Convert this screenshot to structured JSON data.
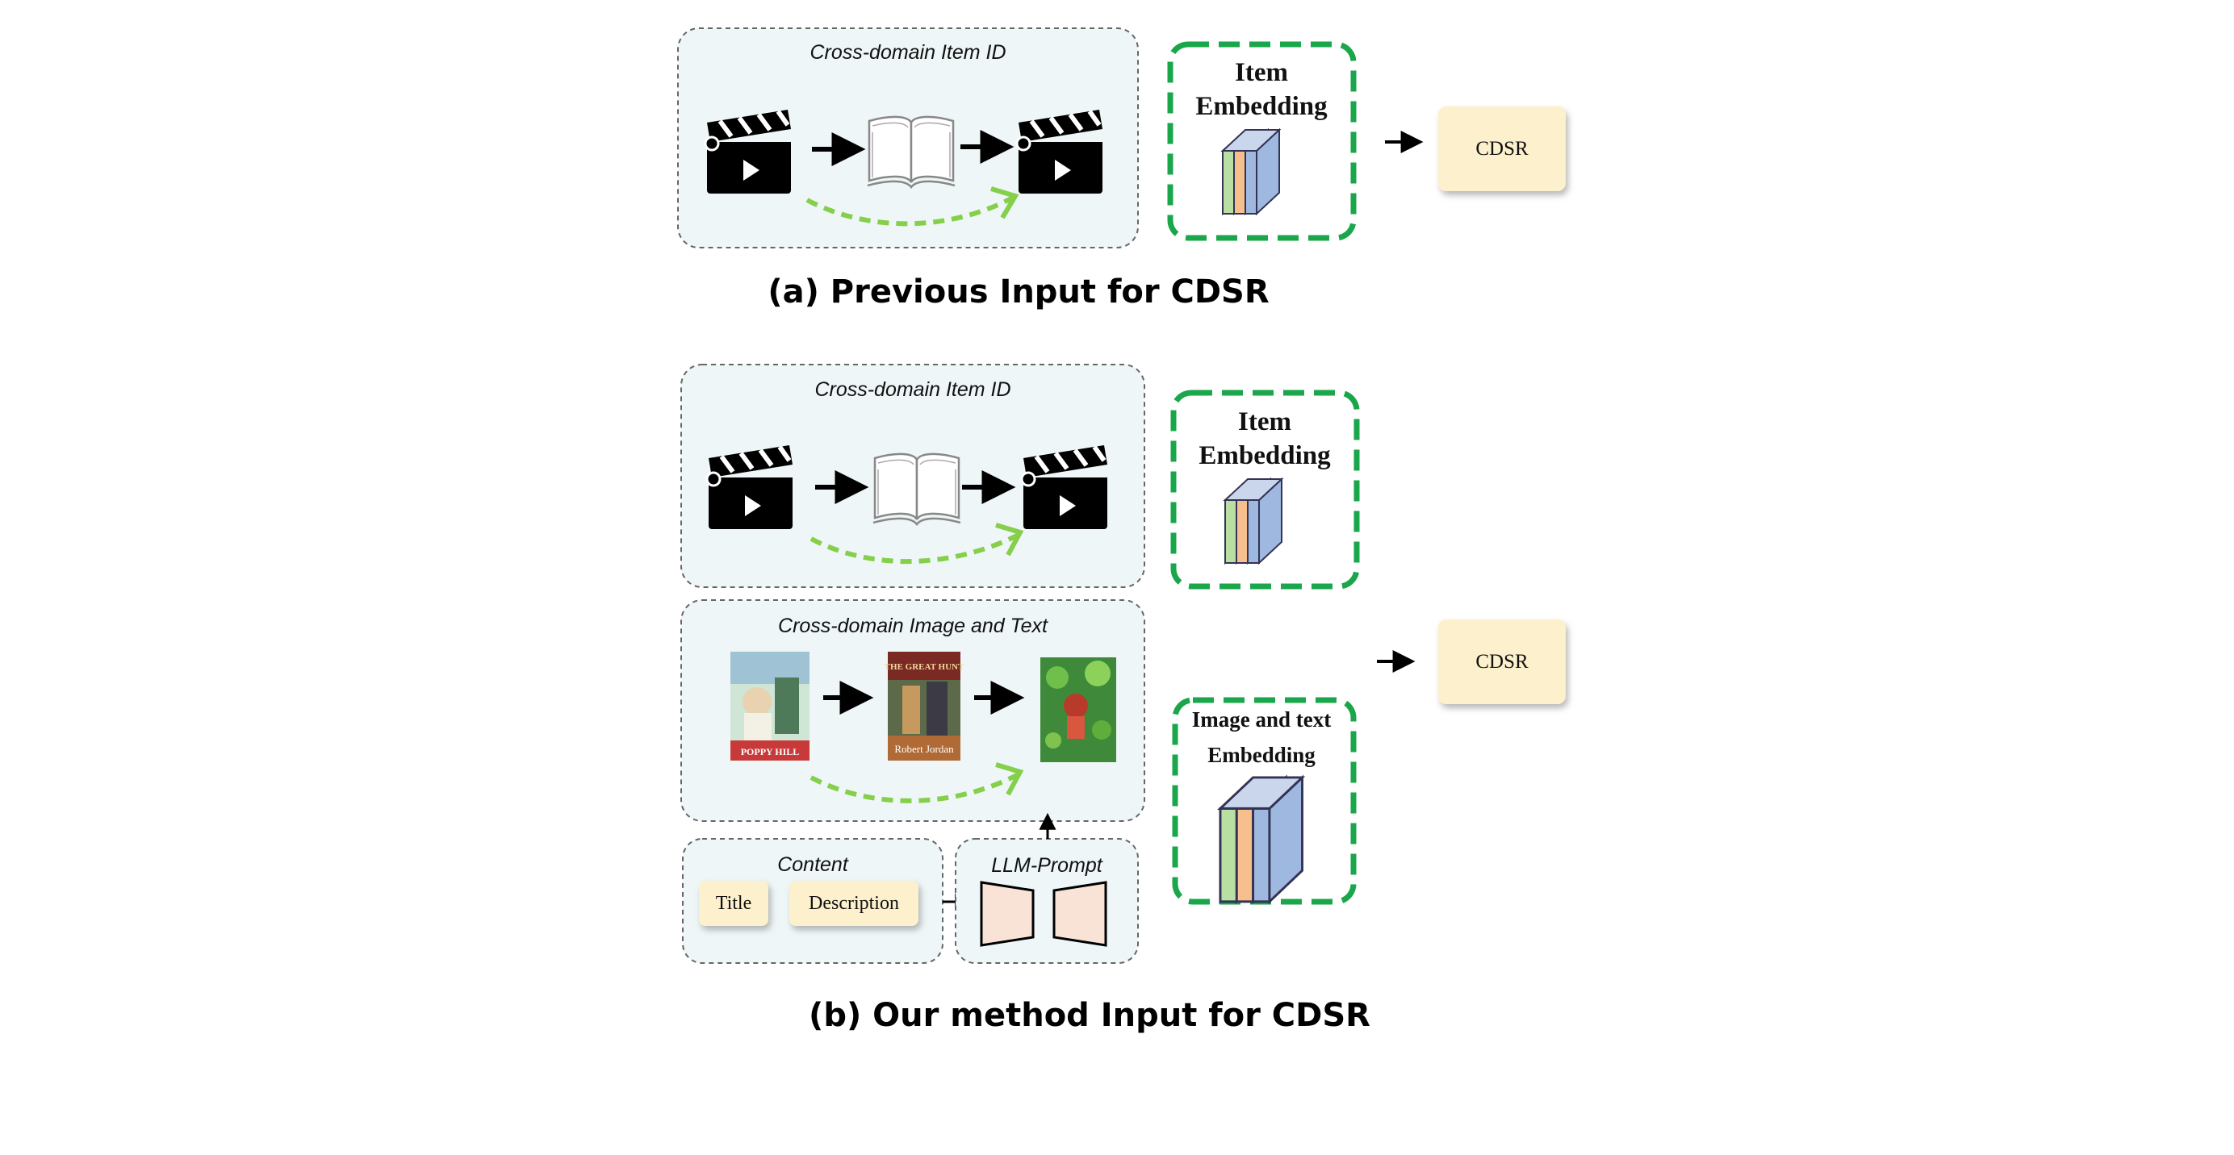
{
  "panel_a": {
    "id_box_title": "Cross-domain Item ID",
    "embedding_title_line1": "Item",
    "embedding_title_line2": "Embedding",
    "output_label": "CDSR",
    "caption": "(a) Previous Input for CDSR"
  },
  "panel_b": {
    "id_box_title": "Cross-domain Item ID",
    "image_box_title": "Cross-domain Image and Text",
    "content_box_title": "Content",
    "prompt_box_title": "LLM-Prompt",
    "content_items": [
      "Title",
      "Description"
    ],
    "item_embedding_line1": "Item",
    "item_embedding_line2": "Embedding",
    "image_embedding_line1": "Image and text",
    "image_embedding_line2": "Embedding",
    "output_label": "CDSR",
    "caption": "(b) Our method Input for CDSR",
    "poster_texts": {
      "poster1": "POPPY HILL",
      "poster2_top": "THE GREAT HUNT",
      "poster2_author": "Robert Jordan"
    }
  },
  "colors": {
    "box_fill": "#eef6f8",
    "green_dashed": "#1aa64a",
    "light_green_arrow": "#86cf4a",
    "cdsr_fill": "#fdf0cc",
    "prompt_trapezoid": "#f9e3d6",
    "layer_green": "#b9dfa3",
    "layer_orange": "#f7be8e",
    "layer_blue": "#9fb8df"
  },
  "icons": [
    "clapperboard-icon",
    "open-book-icon",
    "movie-poster-image",
    "book-cover-image"
  ]
}
